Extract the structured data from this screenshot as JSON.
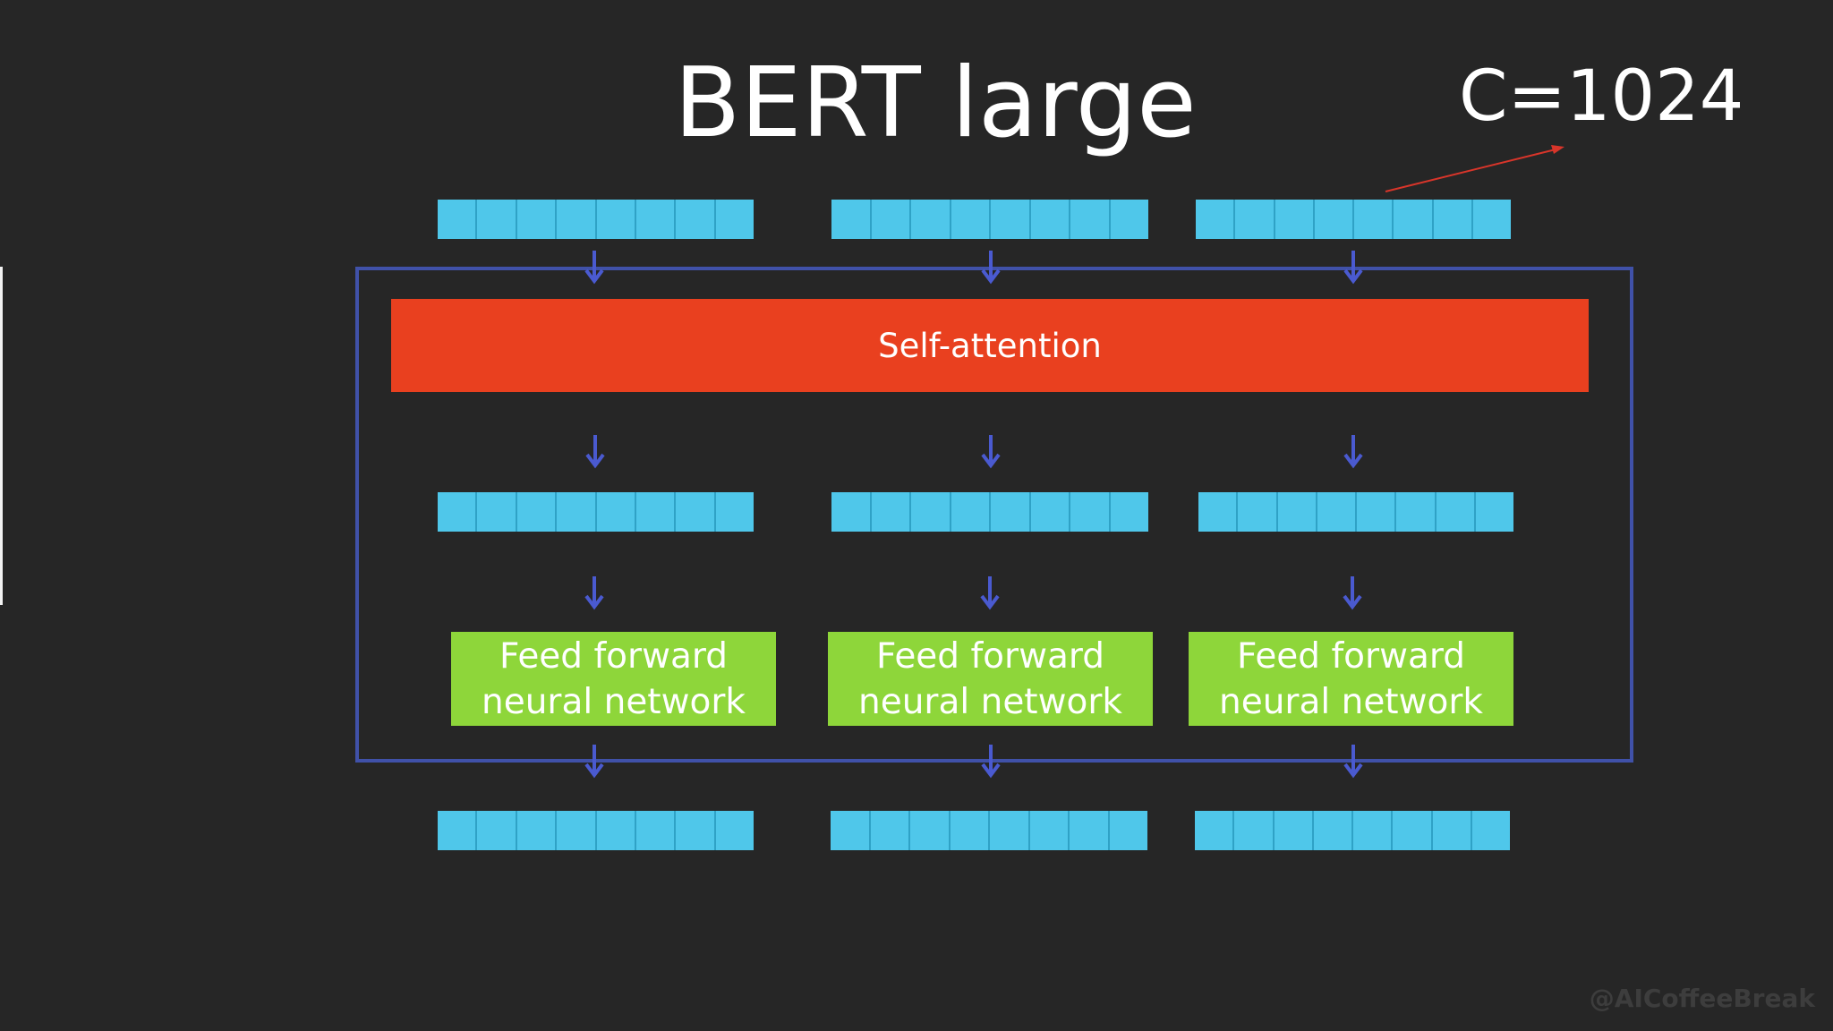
{
  "title": "BERT large",
  "dimension_label": "C=1024",
  "self_attention_label": "Self-attention",
  "ffn_blocks": [
    {
      "line1": "Feed forward",
      "line2": "neural network"
    },
    {
      "line1": "Feed forward",
      "line2": "neural network"
    },
    {
      "line1": "Feed forward",
      "line2": "neural network"
    }
  ],
  "vector_cells": 8,
  "watermark": "@AICoffeeBreak",
  "colors": {
    "background": "#262626",
    "vector": "#4fc7ea",
    "attention": "#e9401f",
    "ffn": "#8ed63a",
    "block_border": "#4051a8",
    "arrow": "#4a5ad0",
    "pointer": "#d8352a"
  }
}
